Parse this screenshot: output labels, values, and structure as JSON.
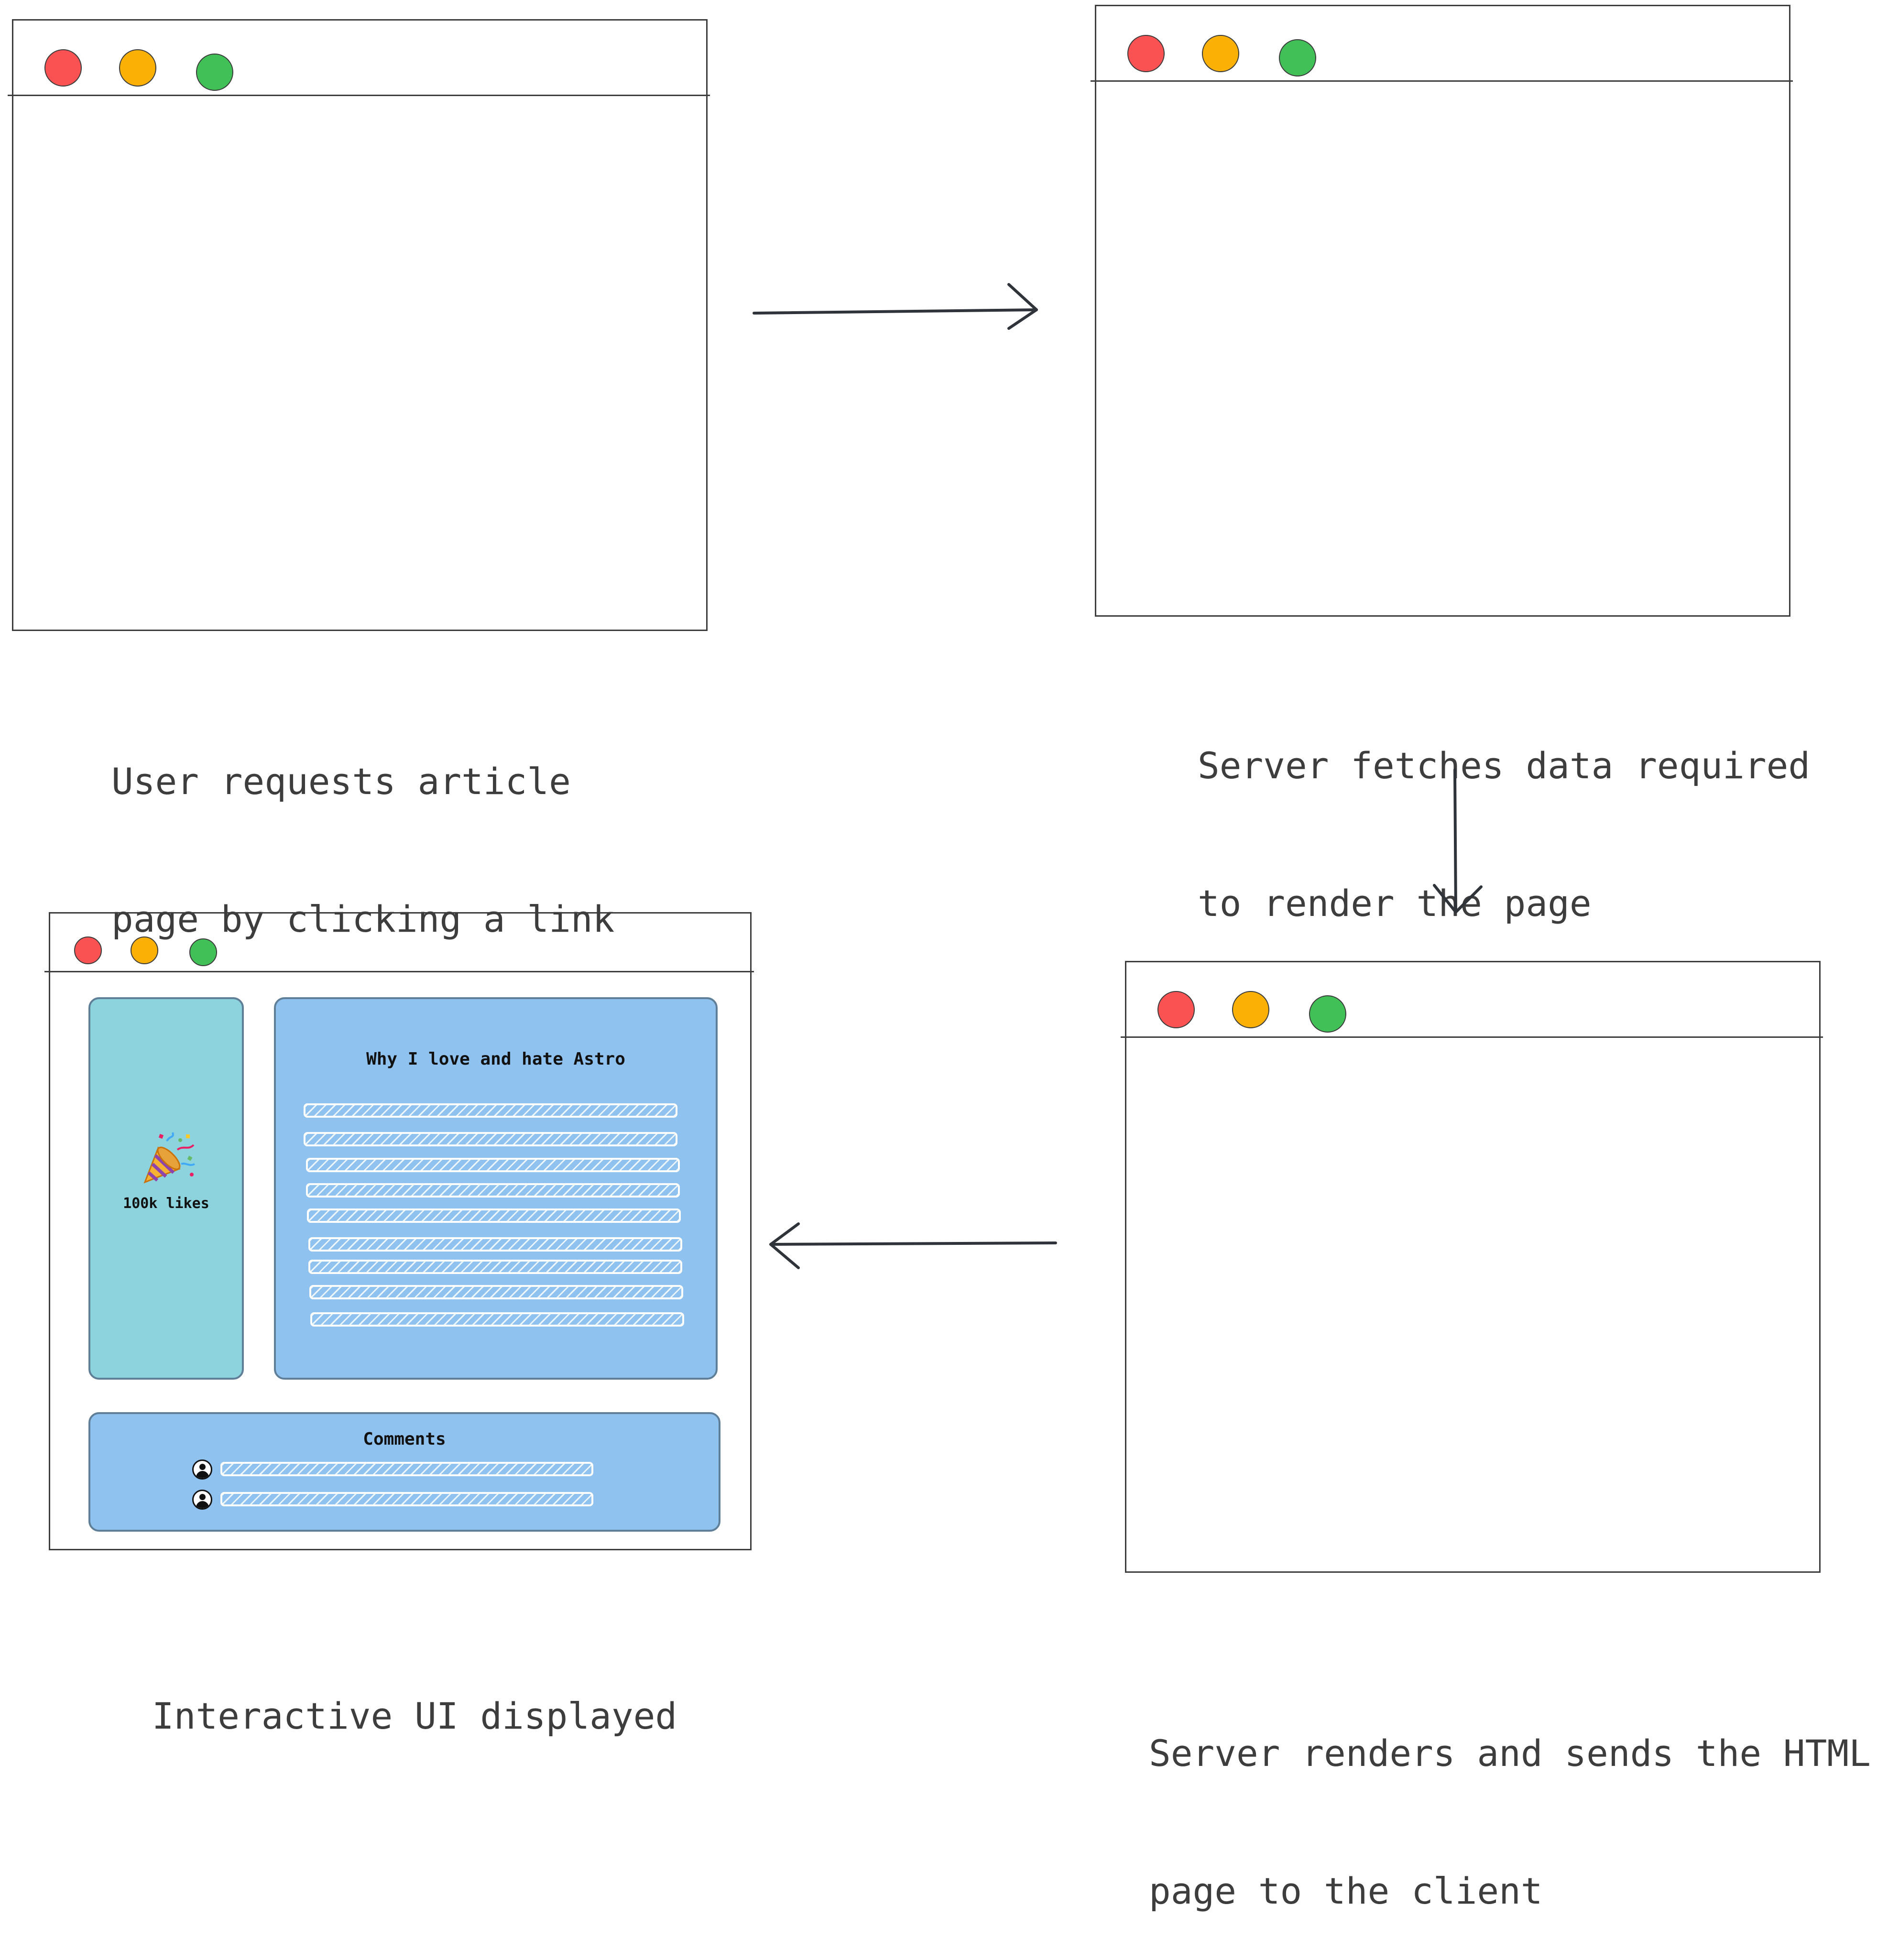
{
  "captions": {
    "step1_line1": "User requests article",
    "step1_line2": "page by clicking a link",
    "step2_line1": "Server fetches data required",
    "step2_line2": "to render the page",
    "step3_line1": "Server renders and sends the HTML",
    "step3_line2": "page to the client",
    "step4": "Interactive UI displayed"
  },
  "final_page": {
    "likes_icon": "party-popper-icon",
    "likes_label": "100k likes",
    "article_title": "Why I love and hate Astro",
    "article_lines": 9,
    "comments_title": "Comments",
    "comment_count": 2
  },
  "colors": {
    "close_dot": "#fa5252",
    "minimize_dot": "#fab005",
    "maximize_dot": "#40c057",
    "likes_panel": "#8dd3de",
    "content_panel": "#90c2f0",
    "stroke": "#3d3d3d"
  }
}
